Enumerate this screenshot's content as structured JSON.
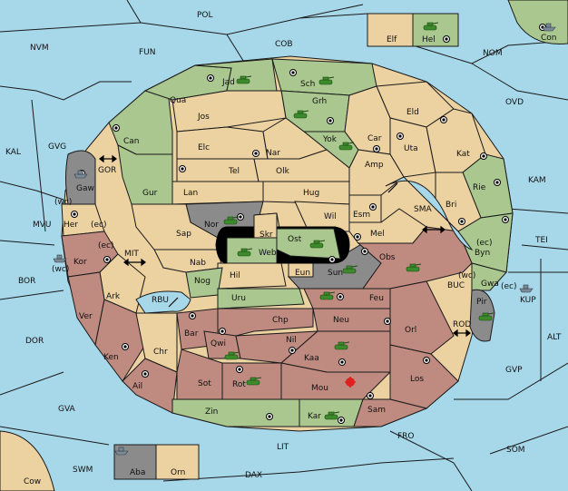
{
  "colors": {
    "sea": "#a7d8ea",
    "neutral": "#ecd1a1",
    "green_power": "#a9c78e",
    "red_power": "#bf8a80",
    "grey_power": "#8b8b8b",
    "tank": "#3c8a2b",
    "fleet": "#7a8a96",
    "dislodged": "#e02020"
  },
  "provinces": [
    {
      "id": "pol",
      "label": "POL",
      "kind": "sea"
    },
    {
      "id": "nvm",
      "label": "NVM",
      "kind": "sea"
    },
    {
      "id": "fun",
      "label": "FUN",
      "kind": "sea"
    },
    {
      "id": "cob",
      "label": "COB",
      "kind": "sea"
    },
    {
      "id": "nom",
      "label": "NOM",
      "kind": "sea"
    },
    {
      "id": "con",
      "label": "Con",
      "kind": "green"
    },
    {
      "id": "elf",
      "label": "Elf",
      "kind": "tan"
    },
    {
      "id": "hel",
      "label": "Hel",
      "kind": "green"
    },
    {
      "id": "ovd",
      "label": "OVD",
      "kind": "sea"
    },
    {
      "id": "kal",
      "label": "KAL",
      "kind": "sea"
    },
    {
      "id": "gvg",
      "label": "GVG",
      "kind": "sea"
    },
    {
      "id": "kam",
      "label": "KAM",
      "kind": "sea"
    },
    {
      "id": "tei",
      "label": "TEI",
      "kind": "sea"
    },
    {
      "id": "mvu",
      "label": "MVU",
      "kind": "sea"
    },
    {
      "id": "bor",
      "label": "BOR",
      "kind": "sea"
    },
    {
      "id": "dor",
      "label": "DOR",
      "kind": "sea"
    },
    {
      "id": "gva",
      "label": "GVA",
      "kind": "sea"
    },
    {
      "id": "swm",
      "label": "SWM",
      "kind": "sea"
    },
    {
      "id": "dax",
      "label": "DAX",
      "kind": "sea"
    },
    {
      "id": "lit",
      "label": "LIT",
      "kind": "sea"
    },
    {
      "id": "fro",
      "label": "FRO",
      "kind": "sea"
    },
    {
      "id": "som",
      "label": "SOM",
      "kind": "sea"
    },
    {
      "id": "gvp",
      "label": "GVP",
      "kind": "sea"
    },
    {
      "id": "alt",
      "label": "ALT",
      "kind": "sea"
    },
    {
      "id": "kup",
      "label": "KUP",
      "kind": "sea"
    },
    {
      "id": "cow",
      "label": "Cow",
      "kind": "tan"
    },
    {
      "id": "aba",
      "label": "Aba",
      "kind": "grey"
    },
    {
      "id": "orn",
      "label": "Orn",
      "kind": "tan"
    },
    {
      "id": "gor",
      "label": "GOR",
      "kind": "sea"
    },
    {
      "id": "mit",
      "label": "MIT",
      "kind": "sea"
    },
    {
      "id": "rbu",
      "label": "RBU",
      "kind": "sea"
    },
    {
      "id": "sma",
      "label": "SMA",
      "kind": "sea"
    },
    {
      "id": "buc",
      "label": "BUC",
      "kind": "sea"
    },
    {
      "id": "rod",
      "label": "ROD",
      "kind": "sea"
    },
    {
      "id": "jad",
      "label": "Jad",
      "kind": "green"
    },
    {
      "id": "sch",
      "label": "Sch",
      "kind": "green"
    },
    {
      "id": "qua",
      "label": "Qua",
      "kind": "green"
    },
    {
      "id": "jos",
      "label": "Jos",
      "kind": "tan"
    },
    {
      "id": "grh",
      "label": "Grh",
      "kind": "green"
    },
    {
      "id": "eld",
      "label": "Eld",
      "kind": "tan"
    },
    {
      "id": "can",
      "label": "Can",
      "kind": "green"
    },
    {
      "id": "elc",
      "label": "Elc",
      "kind": "tan"
    },
    {
      "id": "nar",
      "label": "Nar",
      "kind": "tan"
    },
    {
      "id": "yok",
      "label": "Yok",
      "kind": "green"
    },
    {
      "id": "car",
      "label": "Car",
      "kind": "tan"
    },
    {
      "id": "uta",
      "label": "Uta",
      "kind": "tan"
    },
    {
      "id": "kat",
      "label": "Kat",
      "kind": "tan"
    },
    {
      "id": "tel",
      "label": "Tel",
      "kind": "tan"
    },
    {
      "id": "olk",
      "label": "Olk",
      "kind": "tan"
    },
    {
      "id": "amp",
      "label": "Amp",
      "kind": "tan"
    },
    {
      "id": "gaw",
      "label": "Gaw",
      "kind": "grey"
    },
    {
      "id": "gur",
      "label": "Gur",
      "kind": "green"
    },
    {
      "id": "lan",
      "label": "Lan",
      "kind": "tan"
    },
    {
      "id": "hug",
      "label": "Hug",
      "kind": "tan"
    },
    {
      "id": "rie",
      "label": "Rie",
      "kind": "green"
    },
    {
      "id": "bri",
      "label": "Bri",
      "kind": "tan"
    },
    {
      "id": "nor",
      "label": "Nor",
      "kind": "grey"
    },
    {
      "id": "wil",
      "label": "Wil",
      "kind": "tan"
    },
    {
      "id": "esm",
      "label": "Esm",
      "kind": "tan"
    },
    {
      "id": "her",
      "label": "Her",
      "kind": "tan"
    },
    {
      "id": "skr",
      "label": "Skr",
      "kind": "tan"
    },
    {
      "id": "sap",
      "label": "Sap",
      "kind": "tan"
    },
    {
      "id": "mel",
      "label": "Mel",
      "kind": "tan"
    },
    {
      "id": "ost",
      "label": "Ost",
      "kind": "green"
    },
    {
      "id": "web",
      "label": "Web",
      "kind": "green"
    },
    {
      "id": "byn",
      "label": "Byn",
      "kind": "green"
    },
    {
      "id": "kor",
      "label": "Kor",
      "kind": "red"
    },
    {
      "id": "nab",
      "label": "Nab",
      "kind": "tan"
    },
    {
      "id": "obs",
      "label": "Obs",
      "kind": "red"
    },
    {
      "id": "hil",
      "label": "Hil",
      "kind": "tan"
    },
    {
      "id": "eun",
      "label": "Eun",
      "kind": "tan"
    },
    {
      "id": "sun",
      "label": "Sun",
      "kind": "grey"
    },
    {
      "id": "gwa",
      "label": "Gwa",
      "kind": "green"
    },
    {
      "id": "nog",
      "label": "Nog",
      "kind": "green"
    },
    {
      "id": "ark",
      "label": "Ark",
      "kind": "tan"
    },
    {
      "id": "uru",
      "label": "Uru",
      "kind": "green"
    },
    {
      "id": "feu",
      "label": "Feu",
      "kind": "red"
    },
    {
      "id": "pir",
      "label": "Pir",
      "kind": "grey"
    },
    {
      "id": "ver",
      "label": "Ver",
      "kind": "red"
    },
    {
      "id": "chp",
      "label": "Chp",
      "kind": "red"
    },
    {
      "id": "neu",
      "label": "Neu",
      "kind": "red"
    },
    {
      "id": "bar",
      "label": "Bar",
      "kind": "red"
    },
    {
      "id": "orl",
      "label": "Orl",
      "kind": "red"
    },
    {
      "id": "qwi",
      "label": "Qwi",
      "kind": "red"
    },
    {
      "id": "nil",
      "label": "Nil",
      "kind": "red"
    },
    {
      "id": "chr",
      "label": "Chr",
      "kind": "tan"
    },
    {
      "id": "ken",
      "label": "Ken",
      "kind": "red"
    },
    {
      "id": "kaa",
      "label": "Kaa",
      "kind": "red"
    },
    {
      "id": "ail",
      "label": "Ail",
      "kind": "red"
    },
    {
      "id": "sot",
      "label": "Sot",
      "kind": "red"
    },
    {
      "id": "rot",
      "label": "Rot",
      "kind": "red"
    },
    {
      "id": "mou",
      "label": "Mou",
      "kind": "red"
    },
    {
      "id": "los",
      "label": "Los",
      "kind": "red"
    },
    {
      "id": "zin",
      "label": "Zin",
      "kind": "green"
    },
    {
      "id": "kar",
      "label": "Kar",
      "kind": "green"
    },
    {
      "id": "sam",
      "label": "Sam",
      "kind": "red"
    }
  ],
  "coast_labels": [
    "(wc)",
    "(ec)",
    "(ec)",
    "(wc)",
    "(ec)",
    "(wc)",
    "(ec)"
  ],
  "units": [
    {
      "type": "army",
      "at": "jad"
    },
    {
      "type": "army",
      "at": "sch"
    },
    {
      "type": "army",
      "at": "grh"
    },
    {
      "type": "army",
      "at": "yok"
    },
    {
      "type": "army",
      "at": "nor"
    },
    {
      "type": "army",
      "at": "web"
    },
    {
      "type": "army",
      "at": "ost"
    },
    {
      "type": "army",
      "at": "sun"
    },
    {
      "type": "army",
      "at": "obs"
    },
    {
      "type": "army",
      "at": "feu"
    },
    {
      "type": "army",
      "at": "qwi"
    },
    {
      "type": "army",
      "at": "kaa"
    },
    {
      "type": "army",
      "at": "rot"
    },
    {
      "type": "army",
      "at": "kar"
    },
    {
      "type": "army",
      "at": "pir"
    },
    {
      "type": "army",
      "at": "hel"
    },
    {
      "type": "fleet",
      "at": "gaw"
    },
    {
      "type": "fleet",
      "at": "kor"
    },
    {
      "type": "fleet",
      "at": "con"
    },
    {
      "type": "fleet",
      "at": "aba"
    },
    {
      "type": "fleet",
      "at": "pir"
    }
  ]
}
